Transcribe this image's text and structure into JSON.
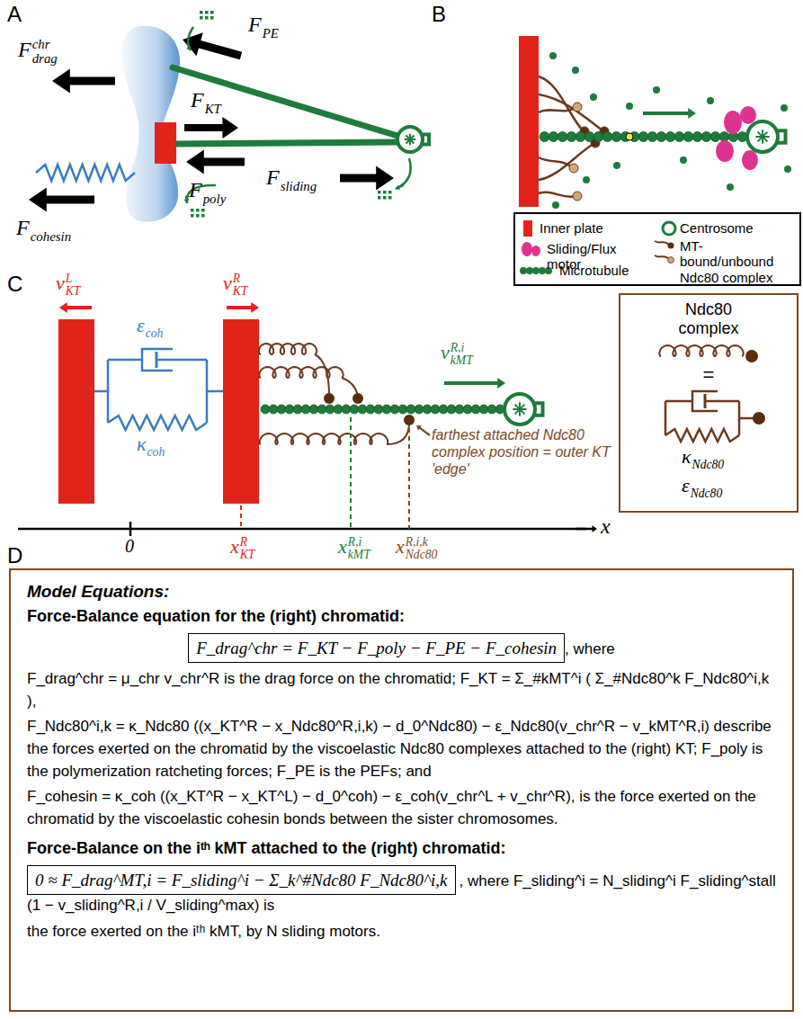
{
  "diagram": {
    "nodes": [
      {
        "text": [
          "Ndc80 complex",
          "=",
          "κ",
          "Ndc80",
          "ε",
          "Ndc80"
        ]
      },
      {
        "text": [
          "Model Equations:",
          "Force-Balance equation for the (right) chromatid:",
          ", where",
          "F_drag^chr = μ_chr v_chr^R is the drag force on the chromatid; F_KT = Σ_#kMT^i ( Σ_#Ndc80^k F_Ndc80^i,k ),",
          "F_Ndc80^i,k = κ_Ndc80 ((x_KT^R − x_Ndc80^R,i,k) − d_0^Ndc80) − ε_Ndc80(v_chr^R − v_kMT^R,i) describe the forces exerted on the chromatid by the viscoelastic Ndc80 complexes attached to the (right) KT; F_poly is the polymerization ratcheting forces; F_PE is the PEFs; and",
          "F_cohesin = κ_coh ((x_KT^R − x_KT^L) − d_0^coh) − ε_coh(v_chr^L + v_chr^R), is the force exerted on the chromatid by the viscoelastic cohesin bonds between the sister chromosomes.",
          "Force-Balance on the iᵗʰ kMT attached to the (right) chromatid:",
          ", where F_sliding^i = N_sliding^i F_sliding^stall (1 − v_sliding^R,i / V_sliding^max) is",
          "the force exerted on the iᵗʰ kMT, by N sliding motors."
        ]
      },
      {
        "text": [
          "F_drag^chr = F_KT − F_poly − F_PE − F_cohesin"
        ],
        "in": 1
      },
      {
        "text": [
          "0 ≈ F_drag^MT,i = F_sliding^i − Σ_k^#Ndc80 F_Ndc80^i,k"
        ],
        "in": 1
      }
    ],
    "labels": [
      "A",
      "B",
      "C",
      "D",
      "F",
      "drag",
      "chr",
      "F",
      "PE",
      "F",
      "KT",
      "F",
      "poly",
      "F",
      "cohesin",
      "F",
      "sliding",
      "v",
      "KT",
      "L",
      "v",
      "KT",
      "R",
      "ε",
      "coh",
      "κ",
      "coh",
      "v",
      "kMT",
      "R,i",
      "farthest attached Ndc80 complex position = outer KT 'edge'",
      "0",
      "x",
      "x",
      "KT",
      "R",
      "x",
      "kMT",
      "R,i",
      "x",
      "Ndc80",
      "R,i,k"
    ],
    "legend": [
      {
        "text": "Inner plate"
      },
      {
        "text": "Centrosome"
      },
      {
        "text": "Sliding/Flux motor"
      },
      {
        "text": "MT-bound/unbound Ndc80 complex"
      },
      {
        "text": "Microtubule"
      }
    ]
  }
}
